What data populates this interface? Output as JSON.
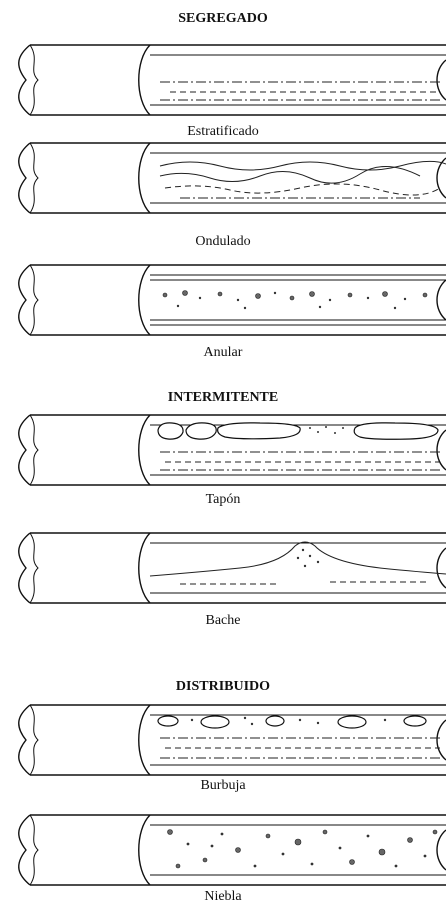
{
  "headers": {
    "segregated": "SEGREGADO",
    "intermittent": "INTERMITENTE",
    "distributed": "DISTRIBUIDO"
  },
  "patterns": {
    "stratified": "Estratificado",
    "wavy": "Ondulado",
    "annular": "Anular",
    "plug": "Tapón",
    "slug": "Bache",
    "bubble": "Burbuja",
    "mist": "Niebla"
  }
}
